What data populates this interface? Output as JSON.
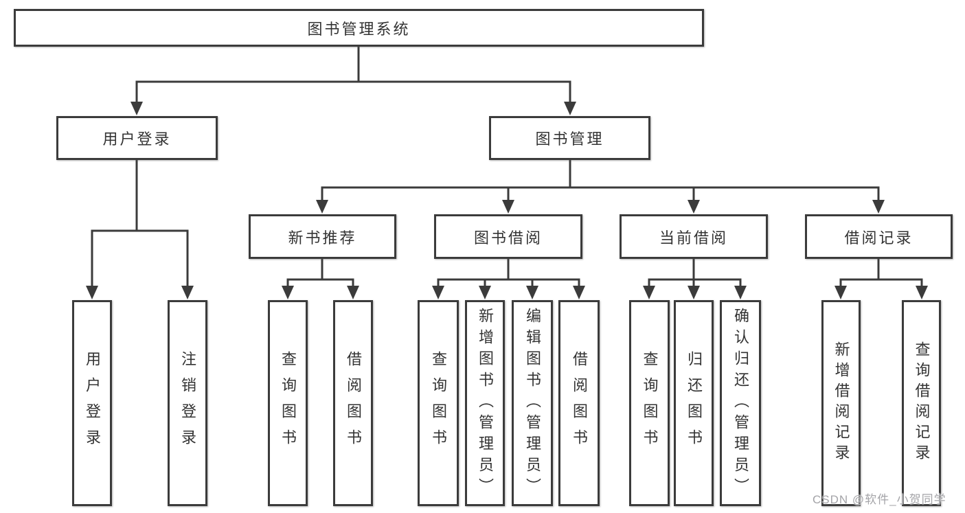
{
  "colors": {
    "line": "#3b3b3b",
    "box_border": "#3b3b3b",
    "box_fill": "#ffffff",
    "text": "#333333",
    "watermark": "#a4a4a8",
    "background": "#ffffff"
  },
  "tree": {
    "label": "图书管理系统",
    "children": [
      {
        "label": "用户登录",
        "children": [
          {
            "label": "用户登录"
          },
          {
            "label": "注销登录"
          }
        ]
      },
      {
        "label": "图书管理",
        "children": [
          {
            "label": "新书推荐",
            "children": [
              {
                "label": "查询图书"
              },
              {
                "label": "借阅图书"
              }
            ]
          },
          {
            "label": "图书借阅",
            "children": [
              {
                "label": "查询图书"
              },
              {
                "label": "新增图书（管理员）"
              },
              {
                "label": "编辑图书（管理员）"
              },
              {
                "label": "借阅图书"
              }
            ]
          },
          {
            "label": "当前借阅",
            "children": [
              {
                "label": "查询图书"
              },
              {
                "label": "归还图书"
              },
              {
                "label": "确认归还（管理员）"
              }
            ]
          },
          {
            "label": "借阅记录",
            "children": [
              {
                "label": "新增借阅记录"
              },
              {
                "label": "查询借阅记录"
              }
            ]
          }
        ]
      }
    ]
  },
  "watermark": {
    "text": "CSDN @软件_小贺同学"
  }
}
